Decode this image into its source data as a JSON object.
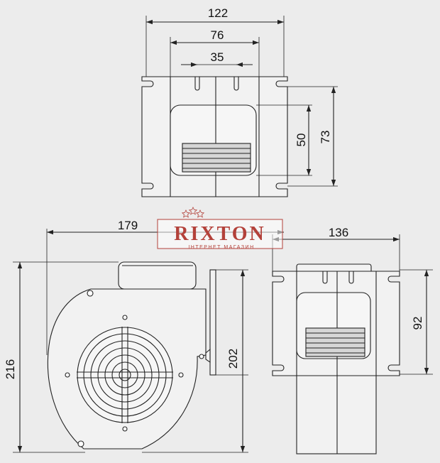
{
  "drawing": {
    "top_view": {
      "width_outer": "122",
      "width_mid": "76",
      "width_slots": "35",
      "height_inner": "50",
      "height_outer": "73"
    },
    "side_view": {
      "overall_width": "179",
      "overall_height": "216",
      "flange_height": "202"
    },
    "front_view": {
      "width": "136",
      "flange_height": "92"
    }
  },
  "watermark": {
    "brand": "RIXTON",
    "tagline": "ІНТЕРНЕТ МАГАЗИН",
    "color": "#b3413a"
  },
  "colors": {
    "line": "#222222",
    "background": "#ececec",
    "body_fill": "#f0f0f0",
    "grill_fill": "#d6d6d6"
  }
}
